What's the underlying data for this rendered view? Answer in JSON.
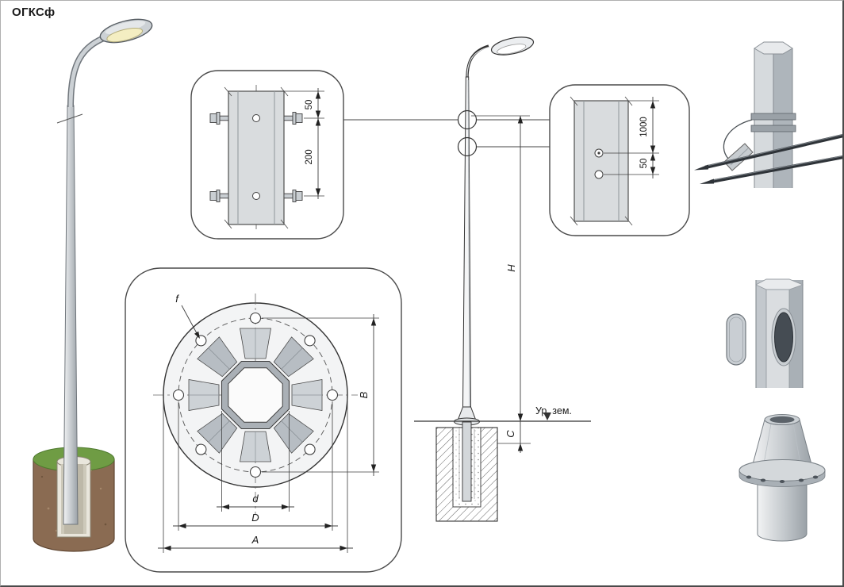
{
  "page": {
    "title": "ОГКСф"
  },
  "colors": {
    "line": "#333333",
    "metal_light": "#d9dcde",
    "metal_dark": "#aab1b7",
    "grass": "#6f9c44",
    "soil": "#8a6b52",
    "lamp_lens": "#f4eec2",
    "background": "#ffffff"
  },
  "detail_flange_bolts": {
    "dim_edge_to_bolt": "50",
    "dim_bolt_spacing": "200"
  },
  "flange_plan": {
    "hole_label": "f",
    "bolt_circle_vertical": "B",
    "octagon_width": "d",
    "bolt_circle_diameter": "D",
    "plate_diameter": "A"
  },
  "elevation": {
    "height_label": "H",
    "embed_label": "C",
    "ground_label": "Ур. зем."
  },
  "detail_ground_terminal": {
    "dim_height": "1000",
    "dim_offset": "50"
  }
}
